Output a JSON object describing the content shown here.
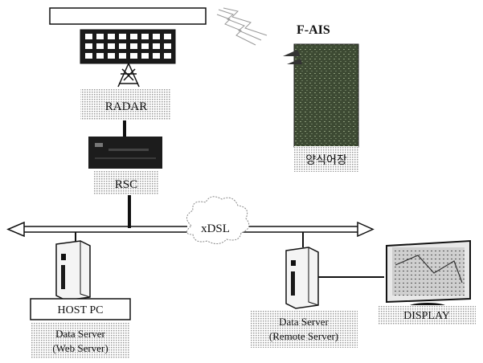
{
  "labels": {
    "radar": "RADAR",
    "rsc": "RSC",
    "fais": "F-AIS",
    "farm": "양식어장",
    "network": "xDSL",
    "host_pc": "HOST PC",
    "data_server_web_line1": "Data Server",
    "data_server_web_line2": "(Web Server)",
    "data_server_remote_line1": "Data Server",
    "data_server_remote_line2": "(Remote Server)",
    "display": "DISPLAY"
  },
  "icons": {
    "antenna": "radar-antenna-icon",
    "tower": "radar-tower-icon",
    "rsc_unit": "rsc-device-icon",
    "wireless": "wireless-signal-icon",
    "farm_photo": "fish-farm-photo",
    "cloud": "cloud-icon",
    "host_tower": "pc-tower-icon",
    "remote_tower": "pc-tower-icon",
    "monitor": "monitor-icon"
  },
  "colors": {
    "line": "#111111",
    "box_fill": "#e6e6e6",
    "dark_unit": "#1c1c1c",
    "photo_base": "#4a5a3a"
  }
}
